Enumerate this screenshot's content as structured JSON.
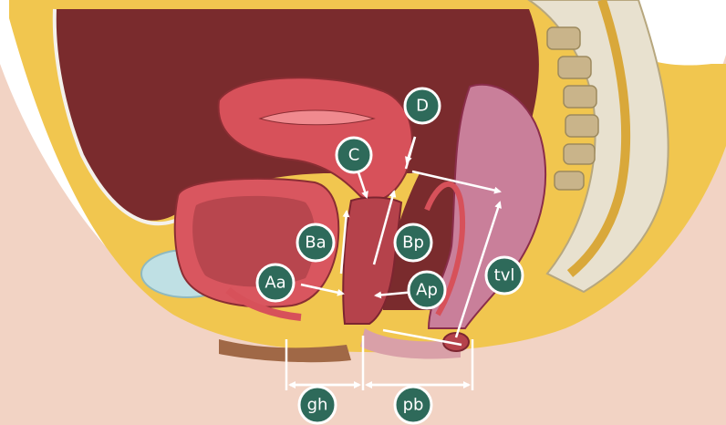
{
  "labels": {
    "D": "D",
    "C": "C",
    "Ba": "Ba",
    "Bp": "Bp",
    "Aa": "Aa",
    "Ap": "Ap",
    "tvl": "tvl",
    "gh": "gh",
    "pb": "pb"
  },
  "colors": {
    "skin": "#f2d3c4",
    "fat": "#f1c64f",
    "cavity": "#7a2b2d",
    "muscle": "#d7515a",
    "rectum": "#c97f9a",
    "bladder_wall": "#d9565f",
    "bone": "#e8e1cf",
    "label_circle": "#2e6a5a"
  }
}
